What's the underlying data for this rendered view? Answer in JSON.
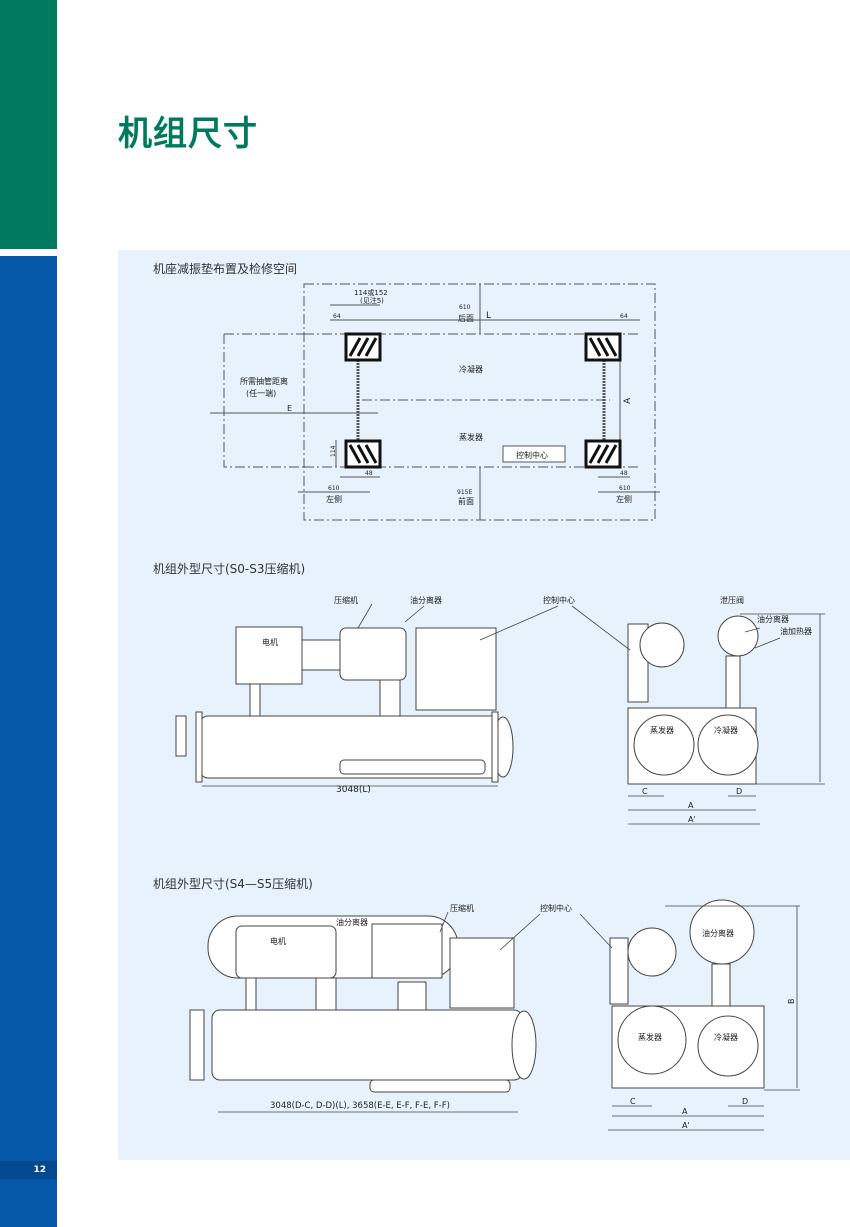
{
  "page": {
    "title": "机组尺寸",
    "page_number": "12",
    "colors": {
      "green": "#007a5e",
      "blue": "#0558a8",
      "panel": "#e8f2fc"
    }
  },
  "sections": [
    {
      "title": "机座减振垫布置及检修空间",
      "labels": {
        "pad_width": "114或152",
        "pad_note": "(见注5)",
        "offset_64_left": "64",
        "offset_64_right": "64",
        "rear_clearance": "610",
        "rear": "后面",
        "length": "L",
        "condenser": "冷凝器",
        "evaporator": "蒸发器",
        "control_center": "控制中心",
        "tube_pull": "所需抽管距离",
        "either_end": "(任一端)",
        "dim_e": "E",
        "dim_a": "A",
        "pad_height": "114",
        "offset_48_left": "48",
        "offset_48_right": "48",
        "left_clearance_l": "610",
        "left_side_l": "左侧",
        "left_clearance_r": "610",
        "left_side_r": "左侧",
        "front_clearance": "915E",
        "front": "前面"
      }
    },
    {
      "title": "机组外型尺寸(S0-S3压缩机)",
      "labels": {
        "compressor": "压缩机",
        "oil_separator": "油分离器",
        "control_center": "控制中心",
        "motor": "电机",
        "length": "3048(L)",
        "relief_valve": "泄压阀",
        "oil_separator_side": "油分离器",
        "oil_heater": "油加热器",
        "evaporator": "蒸发器",
        "condenser": "冷凝器",
        "dim_c": "C",
        "dim_d": "D",
        "dim_a": "A",
        "dim_a_prime": "A'"
      }
    },
    {
      "title": "机组外型尺寸(S4—S5压缩机)",
      "labels": {
        "compressor": "压缩机",
        "oil_separator": "油分离器",
        "control_center": "控制中心",
        "motor": "电机",
        "length": "3048(D-C, D-D)(L), 3658(E-E, E-F, F-E, F-F)",
        "oil_separator_side": "油分离器",
        "evaporator": "蒸发器",
        "condenser": "冷凝器",
        "dim_b": "B",
        "dim_c": "C",
        "dim_d": "D",
        "dim_a": "A",
        "dim_a_prime": "A'"
      }
    }
  ]
}
